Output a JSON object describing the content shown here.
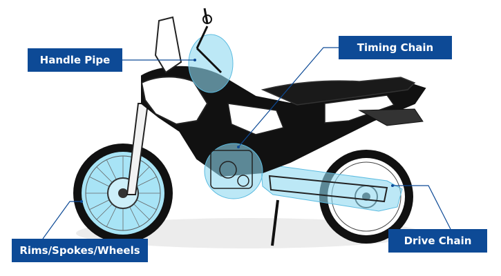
{
  "labels": {
    "handle_pipe": "Handle Pipe",
    "timing_chain": "Timing Chain",
    "rims_spokes_wheels": "Rims/Spokes/Wheels",
    "drive_chain": "Drive Chain"
  },
  "colors": {
    "label_bg": "#0d4a96",
    "label_text": "#ffffff",
    "leader_line": "#0d4a96",
    "highlight": "#8fd8f0",
    "bike_black": "#111111",
    "bike_line": "#222222",
    "shadow": "#e6e6e6"
  }
}
